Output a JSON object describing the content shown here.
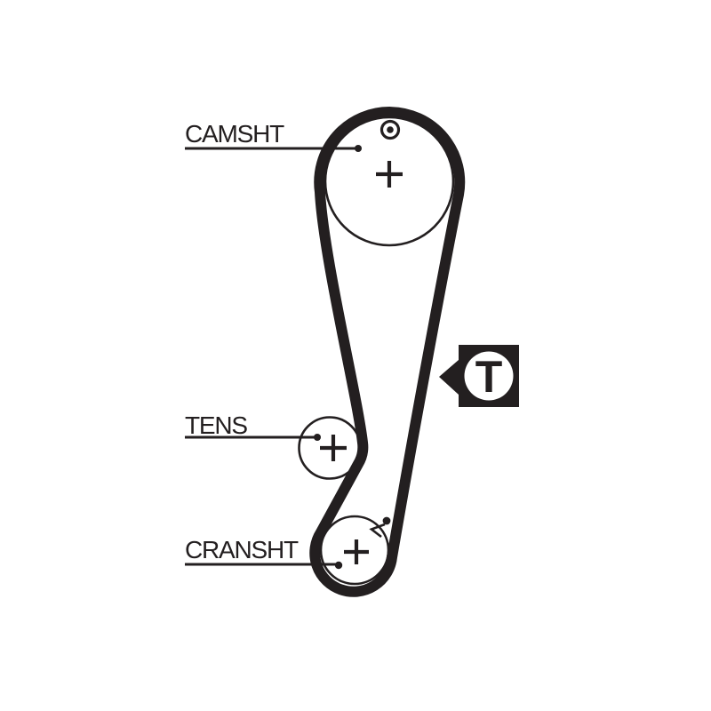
{
  "diagram": {
    "labels": {
      "camshaft": "CAMSHT",
      "tensioner": "TENS",
      "crankshaft": "CRANSHT"
    },
    "tension_marker": {
      "letter": "T"
    }
  },
  "colors": {
    "ink": "#231f20",
    "paper": "#ffffff"
  }
}
